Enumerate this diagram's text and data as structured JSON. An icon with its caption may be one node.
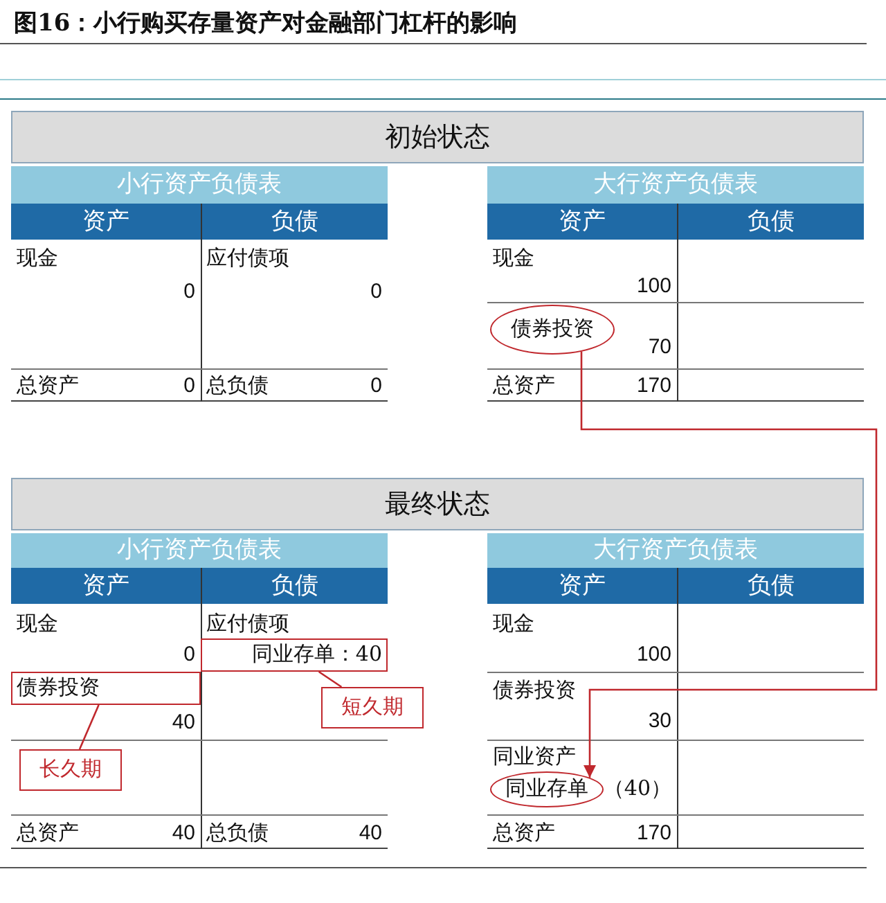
{
  "diagram": {
    "title": "图16：小行购买存量资产对金融部门杠杆的影响",
    "nodes": [
      {
        "text": [
          "初始状态"
        ]
      },
      {
        "text": [
          "小行资产负债表",
          "资产",
          "负债",
          "现金",
          "应付债项",
          "0",
          "0",
          "总资产",
          "0",
          "总负债",
          "0"
        ]
      },
      {
        "text": [
          "大行资产负债表",
          "资产",
          "负债",
          "现金",
          "100",
          "70",
          "总资产",
          "170"
        ]
      },
      {
        "text": [
          "债券投资"
        ],
        "in": 2
      },
      {
        "text": [
          "最终状态"
        ]
      },
      {
        "text": [
          "小行资产负债表",
          "资产",
          "负债",
          "现金",
          "应付债项",
          "0",
          "40",
          "总资产",
          "40",
          "总负债",
          "40"
        ]
      },
      {
        "text": [
          "同业存单：40"
        ],
        "in": 5
      },
      {
        "text": [
          "债券投资"
        ],
        "in": 5
      },
      {
        "text": [
          "短久期"
        ]
      },
      {
        "text": [
          "长久期"
        ],
        "in": 5
      },
      {
        "text": [
          "大行资产负债表",
          "资产",
          "负债",
          "现金",
          "100",
          "债券投资",
          "30",
          "同业资产",
          "总资产",
          "170"
        ]
      },
      {
        "text": [
          "同业存单"
        ],
        "beside": [
          "（40）"
        ],
        "in": 10
      }
    ],
    "edges": [
      {
        "from": 3,
        "to": 11,
        "arrow": "to"
      },
      {
        "from": 8,
        "to": 6,
        "arrow": "none"
      },
      {
        "from": 9,
        "to": 7,
        "arrow": "none"
      }
    ]
  }
}
